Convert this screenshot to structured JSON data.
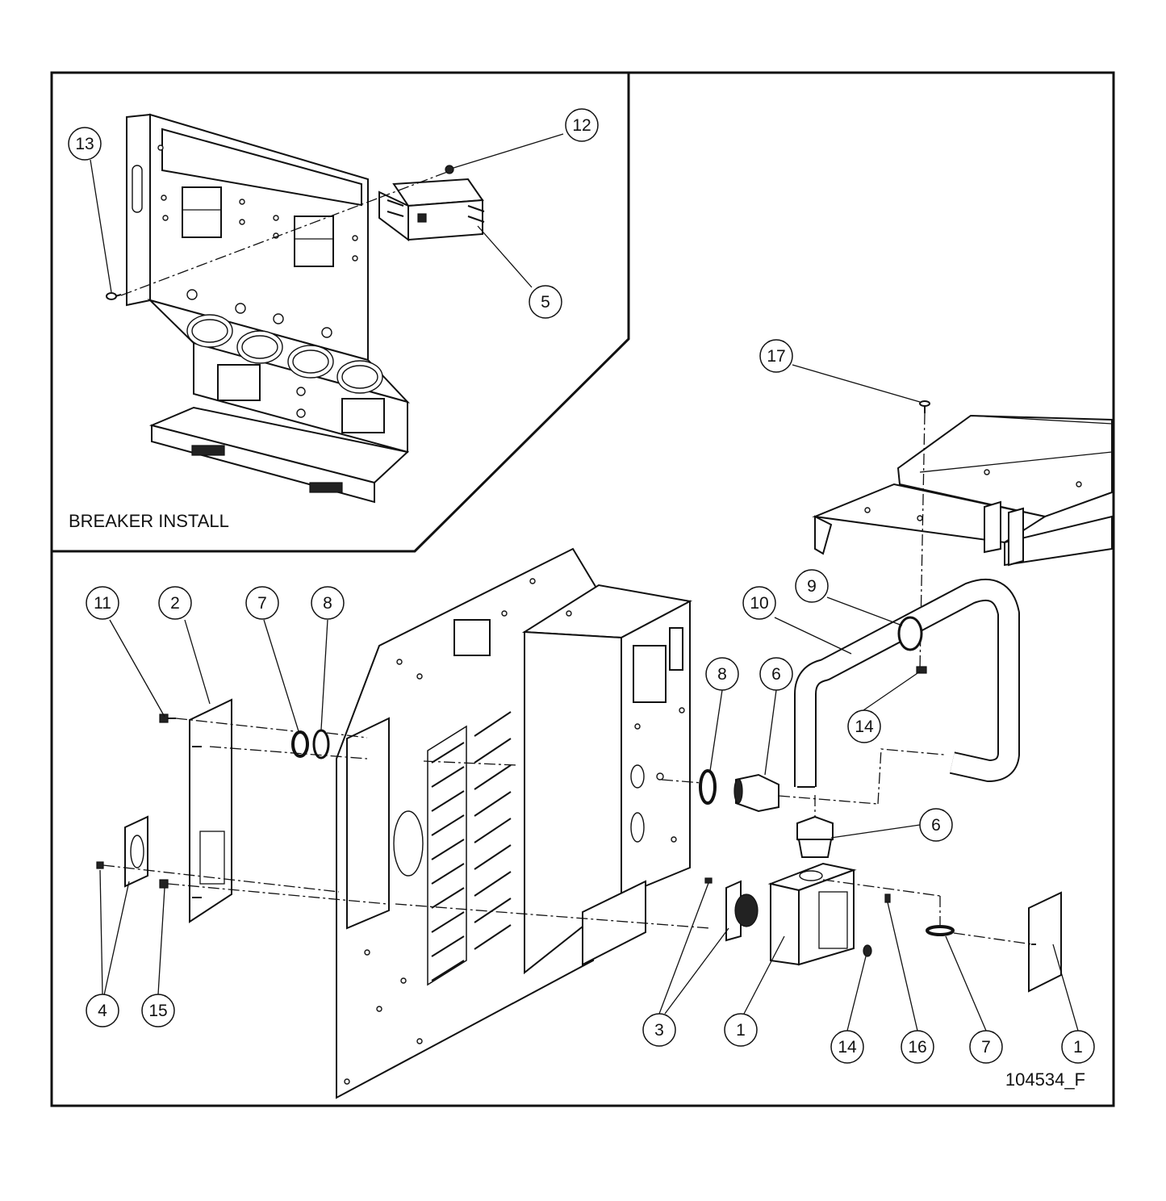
{
  "inset": {
    "caption": "BREAKER INSTALL"
  },
  "drawing_number": "104534_F",
  "callouts": {
    "c13": "13",
    "c12": "12",
    "c5": "5",
    "c17": "17",
    "c11": "11",
    "c2": "2",
    "c7a": "7",
    "c8a": "8",
    "c10": "10",
    "c9": "9",
    "c8b": "8",
    "c6a": "6",
    "c14a": "14",
    "c6b": "6",
    "c4": "4",
    "c15": "15",
    "c3": "3",
    "c1a": "1",
    "c14b": "14",
    "c16": "16",
    "c7b": "7",
    "c1b": "1"
  }
}
